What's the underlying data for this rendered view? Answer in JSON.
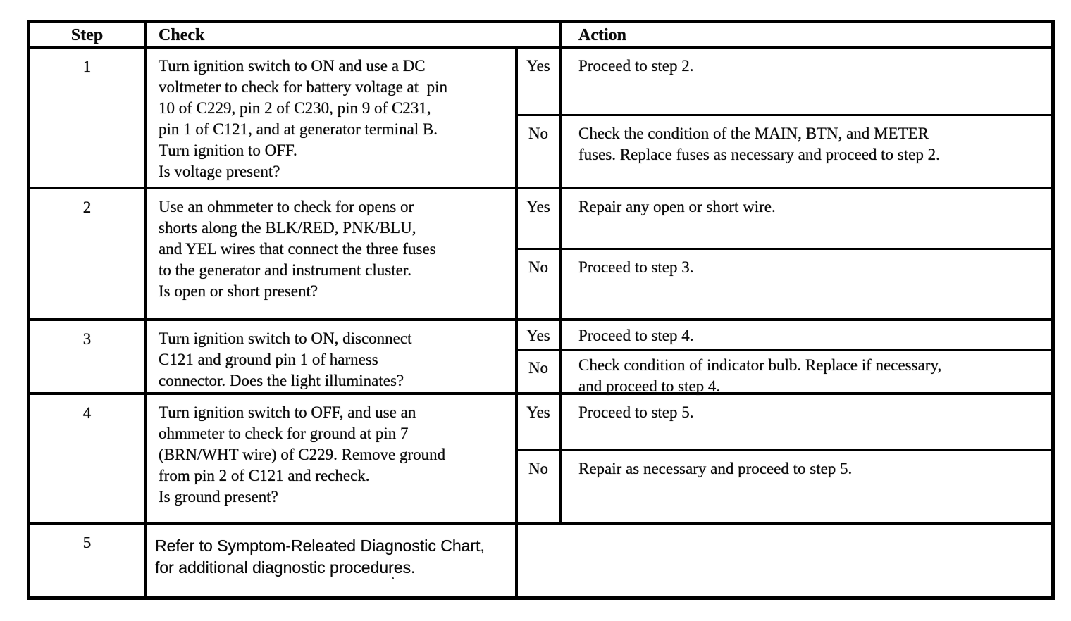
{
  "table": {
    "headers": {
      "step": "Step",
      "check": "Check",
      "action": "Action"
    },
    "rows": [
      {
        "step": "1",
        "check": "Turn ignition switch to ON and use a DC\nvoltmeter to check for battery voltage at  pin\n10 of C229, pin 2 of C230, pin 9 of C231,\npin 1 of C121, and at generator terminal B.\nTurn ignition to OFF.\nIs voltage present?",
        "yes_label": "Yes",
        "no_label": "No",
        "yes_action": "Proceed to step 2.",
        "no_action": "Check the condition of the MAIN, BTN, and METER\nfuses. Replace fuses as necessary and proceed to step 2."
      },
      {
        "step": "2",
        "check": "Use an ohmmeter to check for opens or\nshorts along the BLK/RED, PNK/BLU,\nand YEL wires that connect the three fuses\nto the generator and instrument cluster.\nIs open or short present?",
        "yes_label": "Yes",
        "no_label": "No",
        "yes_action": "Repair any open or short wire.",
        "no_action": "Proceed to step 3."
      },
      {
        "step": "3",
        "check": "Turn ignition switch to ON, disconnect\nC121 and ground pin 1 of harness\nconnector. Does the light illuminates?",
        "yes_label": "Yes",
        "no_label": "No",
        "yes_action": "Proceed to step 4.",
        "no_action": "Check condition of indicator bulb. Replace if necessary,\nand proceed to step 4."
      },
      {
        "step": "4",
        "check": "Turn ignition switch to OFF, and use an\nohmmeter to check for ground at pin 7\n(BRN/WHT wire) of C229. Remove ground\nfrom pin 2 of C121 and recheck.\nIs ground present?",
        "yes_label": "Yes",
        "no_label": "No",
        "yes_action": "Proceed to step 5.",
        "no_action": "Repair as necessary and proceed to step 5."
      },
      {
        "step": "5",
        "check": "Refer to Symptom-Releated Diagnostic Chart,\nfor additional diagnostic procedures."
      }
    ]
  },
  "colors": {
    "ink": "#0b0b0b",
    "paper": "#ffffff"
  }
}
